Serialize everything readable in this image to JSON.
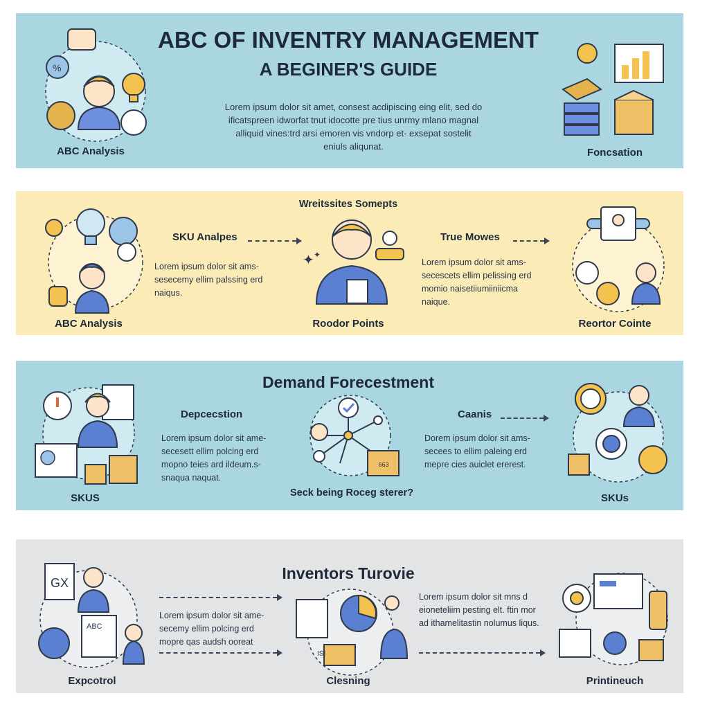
{
  "band1": {
    "title": "ABC OF INVENTRY MANAGEMENT",
    "subtitle": "A BEGINER'S GUIDE",
    "body": "Lorem ipsum dolor sit amet, consest acdipiscing eing elit, sed do ificatspreen idworfat tnut idocotte pre tius unrmy mlano magnal alliquid vines:trd arsi emoren vis vndorp et- exsepat sostelit eniuls aliqunat.",
    "left_label": "ABC Analysis",
    "right_label": "Foncsation"
  },
  "band2": {
    "heading": "Wreitssites Somepts",
    "left_sub": "SKU Analpes",
    "left_body": "Lorem ipsum dolor sit ams- sesecemy ellim palssing erd naiqus.",
    "right_sub": "True Mowes",
    "right_body": "Lorem ipsum dolor sit ams- secescets ellim pelissing erd momio naisetiiumiiniicma naique.",
    "label_left": "ABC Analysis",
    "label_center": "Roodor Points",
    "label_right": "Reortor Cointe"
  },
  "band3": {
    "title": "Demand Forecestment",
    "left_sub": "Depcecstion",
    "left_body": "Lorem ipsum dolor sit ame- secesett ellim polcing erd mopno teies ard ildeum.s- snaqua naquat.",
    "right_sub": "Caanis",
    "right_body": "Dorem ipsum dolor sit ams- secees to ellim paleing erd mepre cies auiclet ererest.",
    "label_left": "SKUS",
    "label_center": "Seck being Roceg sterer?",
    "label_right": "SKUs",
    "box_text": "663"
  },
  "band4": {
    "title": "Inventors Turovie",
    "left_body": "Lorem ipsum dolor sit ame- secemy ellim polcing erd mopre qas audsh ooreat",
    "right_body": "Lorem ipsum dolor sit mns d eioneteliim pesting elt. ftin mor ad ithamelitastin nolumus liqus.",
    "label_left": "Expcotrol",
    "label_center": "Clesning",
    "label_right": "Printineuch",
    "doc_text": "ABC",
    "sheet_text": "GX",
    "box_text": "ISI"
  },
  "colors": {
    "blue_band": "#a9d6e1",
    "yellow_band": "#fbecb7",
    "gray_band": "#e3e4e6",
    "ink": "#1e2a3a",
    "accent_blue": "#5b7fd1",
    "accent_yellow": "#f2c462"
  }
}
